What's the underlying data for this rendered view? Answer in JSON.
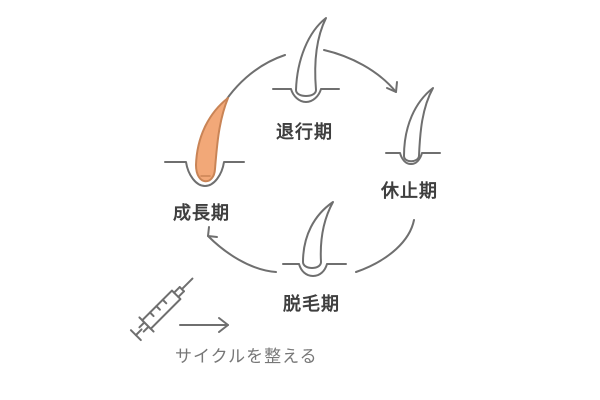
{
  "phases": {
    "regression": {
      "label": "退行期"
    },
    "rest": {
      "label": "休止期"
    },
    "growth": {
      "label": "成長期"
    },
    "shedding": {
      "label": "脱毛期"
    }
  },
  "caption": "サイクルを整える",
  "colors": {
    "line": "#6f6f6f",
    "hair_fill": "#ffffff",
    "growth_hair_fill": "#f2a878",
    "growth_hair_stroke": "#c98456",
    "text": "#3f3f3f",
    "caption_text": "#777777"
  },
  "icons": {
    "syringe": "syringe-icon",
    "arrow": "arrow-right-icon"
  }
}
